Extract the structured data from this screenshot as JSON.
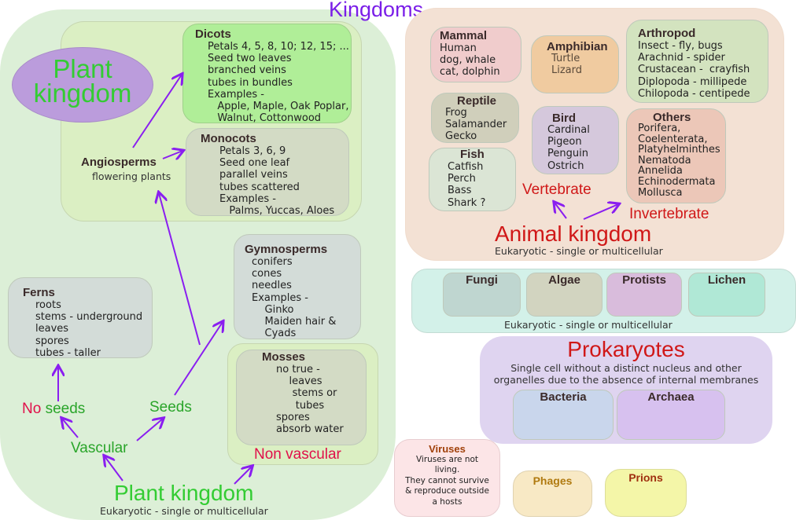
{
  "title": "Kingdoms",
  "colors": {
    "title": "#7a1ee8",
    "plant_green": "#33cc33",
    "red": "#d01818",
    "arrow": "#8a1ef0"
  },
  "plant": {
    "ellipse_label": "Plant\nkingdom",
    "dicots": {
      "title": "Dicots",
      "lines": "Petals 4, 5, 8, 10; 12, 15; ...\nSeed two leaves\nbranched veins\ntubes in bundles\nExamples -\n   Apple, Maple, Oak Poplar,\n   Walnut, Cottonwood"
    },
    "monocots": {
      "title": "Monocots",
      "lines": "Petals 3, 6, 9\nSeed one leaf\nparallel veins\ntubes scattered\nExamples -\n   Palms, Yuccas, Aloes"
    },
    "angiosperms": {
      "title": "Angiosperms",
      "sub": "flowering plants"
    },
    "gymnosperms": {
      "title": "Gymnosperms",
      "lines": "conifers\ncones\nneedles\nExamples -\n    Ginko\n    Maiden hair &\n    Cyads"
    },
    "ferns": {
      "title": "Ferns",
      "lines": "roots\nstems - underground\nleaves\nspores\ntubes - taller"
    },
    "mosses": {
      "title": "Mosses",
      "lines": "no true -\n    leaves\n     stems or\n      tubes\nspores\nabsorb water"
    },
    "no_seeds": {
      "no": "No",
      "seeds": "seeds"
    },
    "seeds": "Seeds",
    "vascular": "Vascular",
    "non_vascular": "Non vascular",
    "kingdom_label": "Plant kingdom",
    "kingdom_sub": "Eukaryotic -  single or multicellular"
  },
  "animal": {
    "mammal": {
      "title": "Mammal",
      "lines": "Human\ndog, whale\ncat, dolphin"
    },
    "amphibian": {
      "title": "Amphibian",
      "lines": "Turtle\nLizard"
    },
    "arthropod": {
      "title": "Arthropod",
      "lines": "Insect - fly, bugs\nArachnid - spider\nCrustacean -  crayfish\nDiplopoda - millipede\nChilopoda - centipede"
    },
    "reptile": {
      "title": "Reptile",
      "lines": "Frog\nSalamander\nGecko"
    },
    "bird": {
      "title": "Bird",
      "lines": "Cardinal\nPigeon\nPenguin\nOstrich"
    },
    "others": {
      "title": "Others",
      "lines": "Porifera,\nCoelenterata,\nPlatyhelminthes\nNematoda\nAnnelida\nEchinodermata\nMollusca"
    },
    "fish": {
      "title": "Fish",
      "lines": "Catfish\nPerch\nBass\nShark ?"
    },
    "vertebrate": "Vertebrate",
    "invertebrate": "Invertebrate",
    "kingdom_label": "Animal kingdom",
    "kingdom_sub": "Eukaryotic -  single or multicellular"
  },
  "eukaryotes": {
    "items": [
      "Fungi",
      "Algae",
      "Protists",
      "Lichen"
    ],
    "sub": "Eukaryotic -  single or multicellular"
  },
  "prokaryotes": {
    "title": "Prokaryotes",
    "desc": "Single cell without a distinct nucleus and other\norganelles due to the absence of internal membranes",
    "items": [
      "Bacteria",
      "Archaea"
    ]
  },
  "viruses": {
    "title": "Viruses",
    "desc": "Viruses are not\nliving.\nThey cannot survive\n& reproduce outside\na hosts"
  },
  "phages": "Phages",
  "prions": "Prions"
}
